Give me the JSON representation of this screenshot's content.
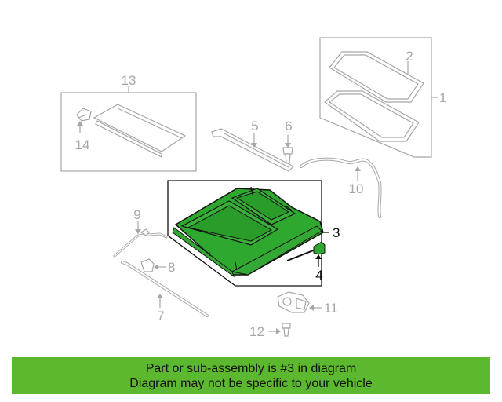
{
  "callouts": {
    "c1": "1",
    "c2": "2",
    "c3": "3",
    "c4": "4",
    "c5": "5",
    "c6": "6",
    "c7": "7",
    "c8": "8",
    "c9": "9",
    "c10": "10",
    "c11": "11",
    "c12": "12",
    "c13": "13",
    "c14": "14"
  },
  "banner": {
    "line1": "Part or sub-assembly is #3 in diagram",
    "line2": "Diagram may not be specific to your vehicle"
  },
  "colors": {
    "highlight": "#5cb82e",
    "part_fill": "#2fa82f",
    "dim_lines": "#a6a6a6",
    "main_lines": "#111111"
  }
}
